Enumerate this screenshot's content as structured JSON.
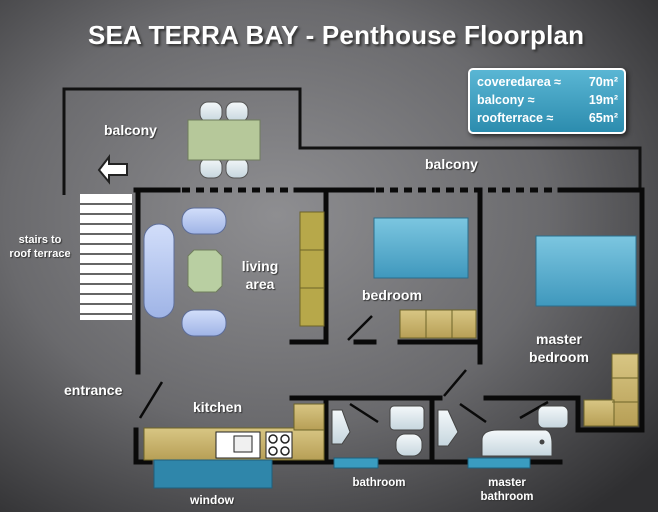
{
  "title": "SEA TERRA BAY  -  Penthouse Floorplan",
  "areas": [
    {
      "label": "coveredarea ≈",
      "value": "70m²"
    },
    {
      "label": "balcony ≈",
      "value": "19m²"
    },
    {
      "label": "roofterrace ≈",
      "value": "65m²"
    }
  ],
  "rooms": {
    "balcony_upper": "balcony",
    "balcony_main": "balcony",
    "stairs_line1": "stairs to",
    "stairs_line2": "roof terrace",
    "living_line1": "living",
    "living_line2": "area",
    "bedroom": "bedroom",
    "master_line1": "master",
    "master_line2": "bedroom",
    "entrance": "entrance",
    "kitchen": "kitchen",
    "window": "window",
    "bathroom": "bathroom",
    "master_bath_line1": "master",
    "master_bath_line2": "bathroom"
  },
  "colors": {
    "background_light": "#8c8c8f",
    "background_dark": "#2e2e30",
    "wall": "#0a0a0a",
    "furniture_beige": "#c9b46e",
    "furniture_olive": "#b7a84a",
    "bed_blue": "#5fb2d2",
    "chair_lavender": "#b9c9f0",
    "table_green": "#b6c89a",
    "fixture_white": "#e6eef2",
    "window_blue": "#3a9cc0"
  }
}
